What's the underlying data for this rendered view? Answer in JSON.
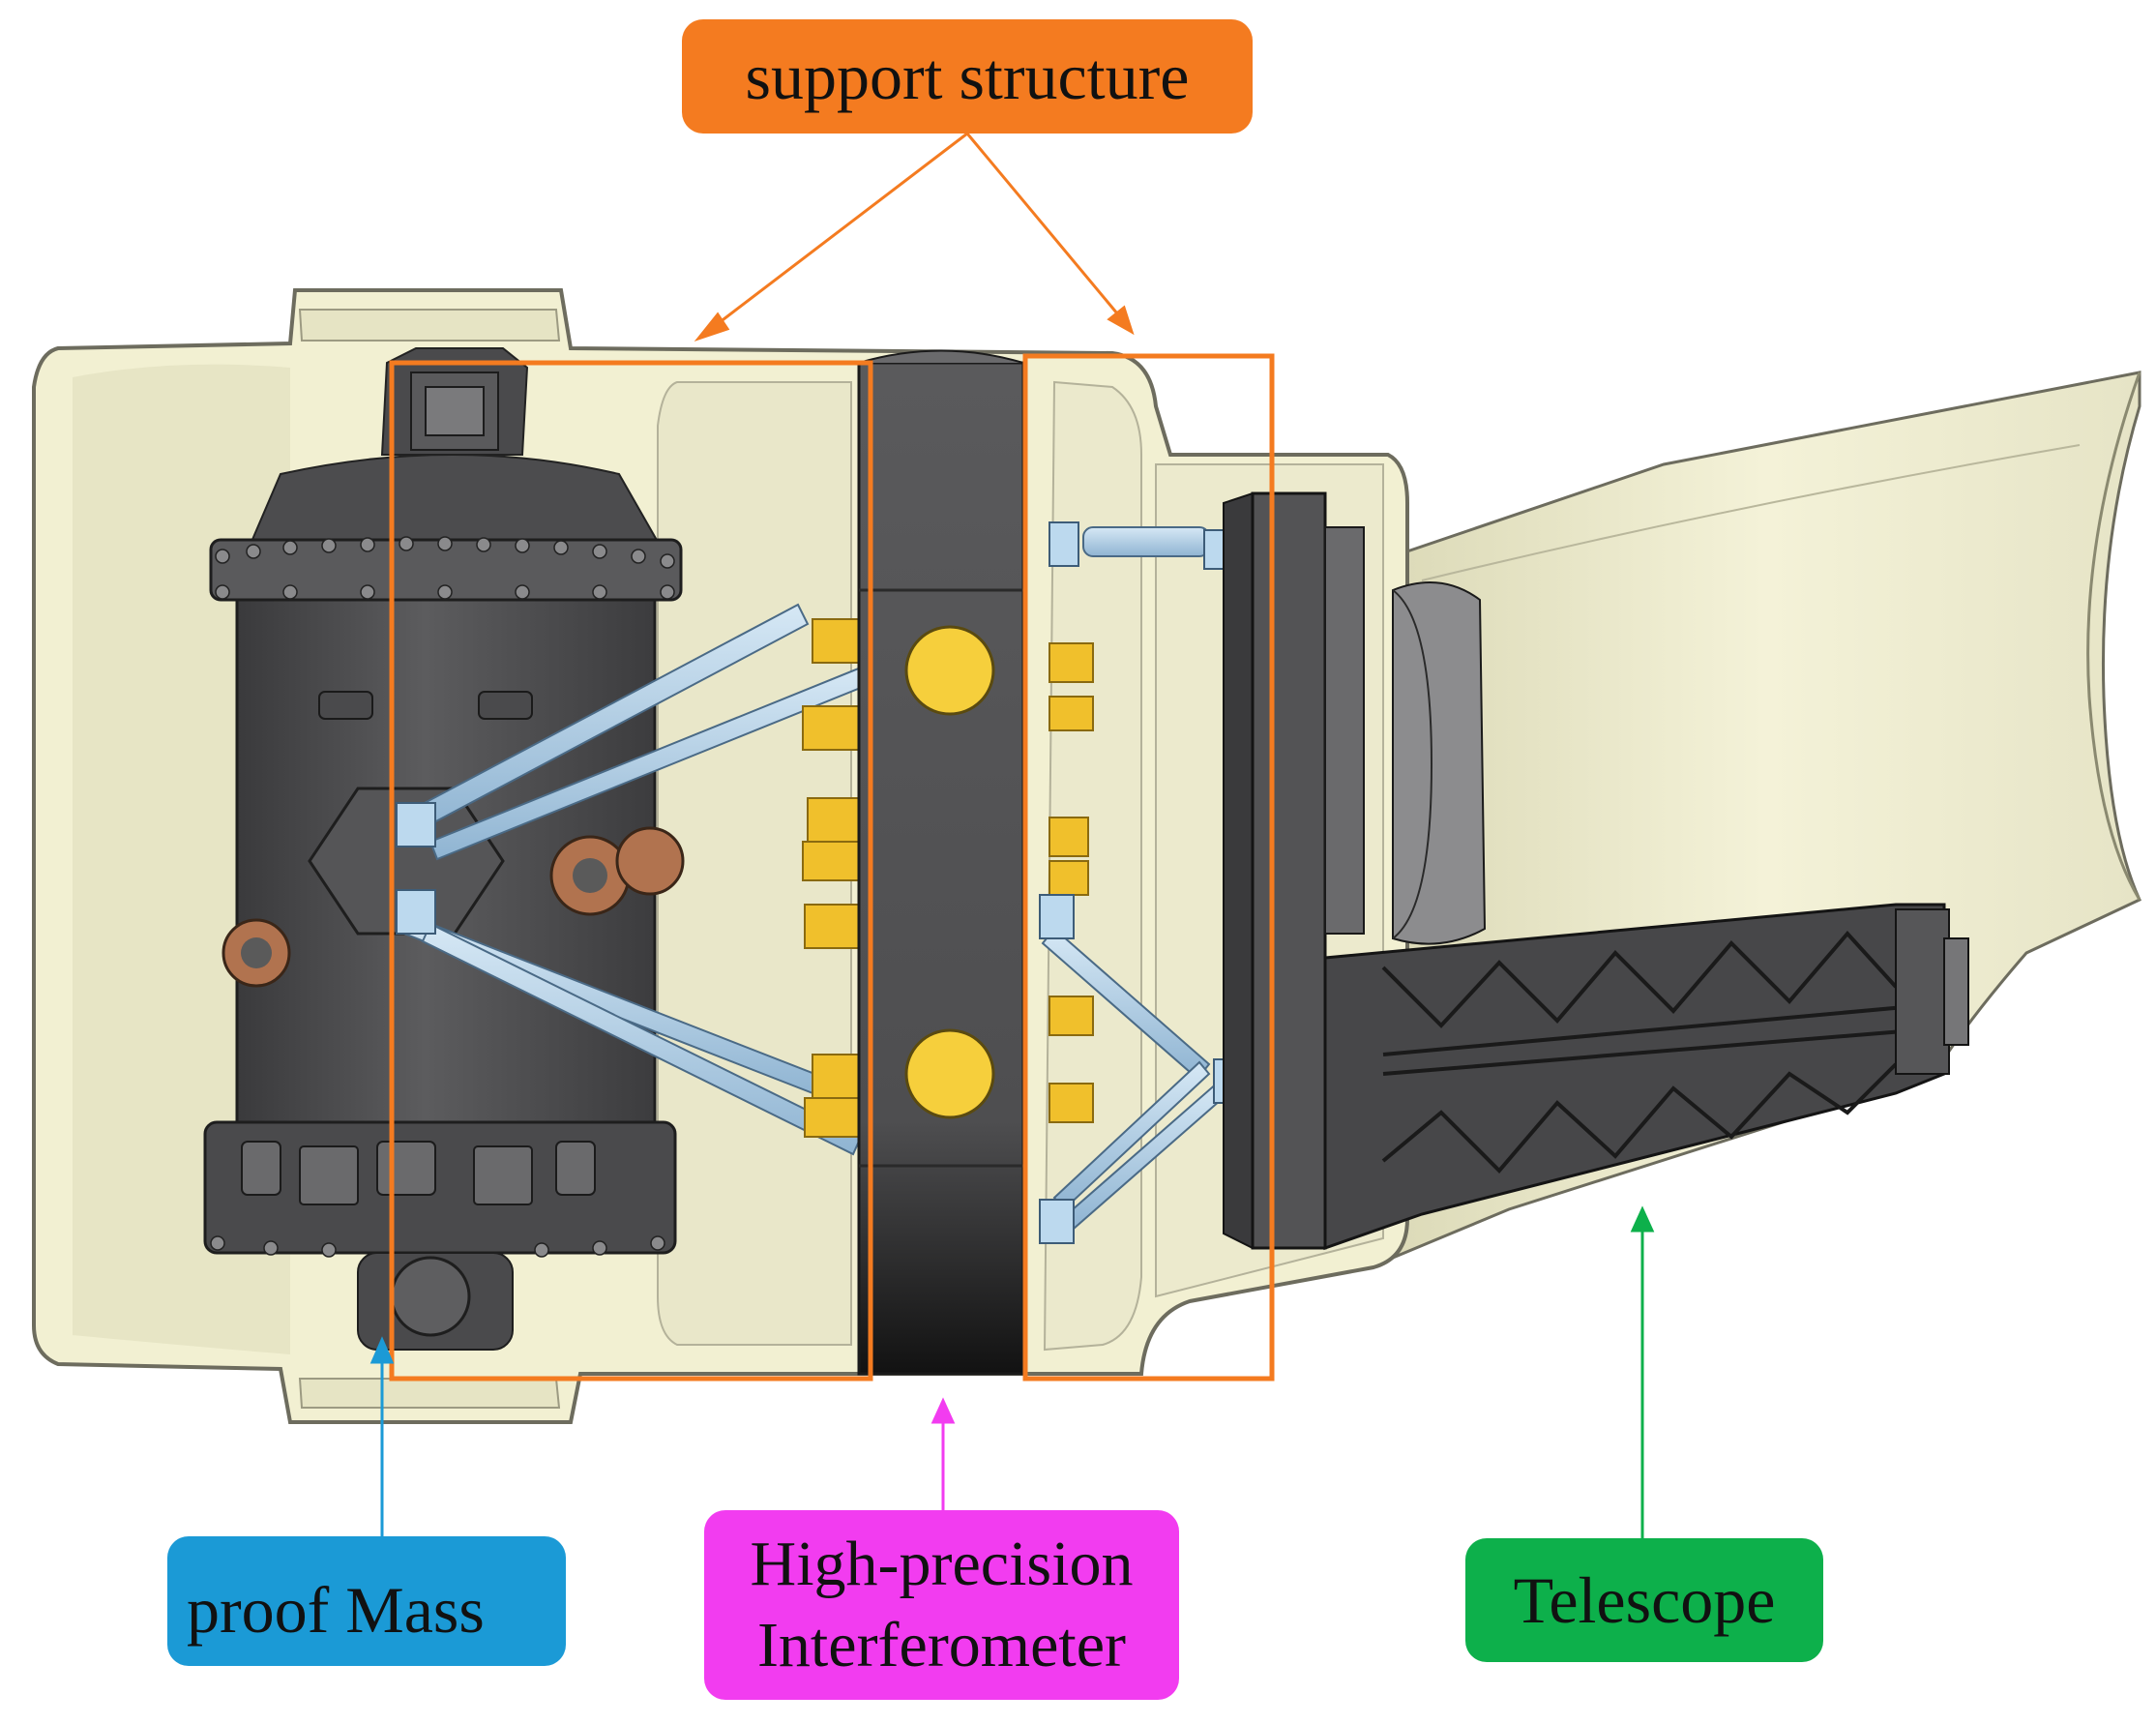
{
  "labels": {
    "support_structure": "support structure",
    "proof_mass": "proof Mass",
    "interferometer_line1": "High-precision",
    "interferometer_line2": "Interferometer",
    "telescope": "Telescope"
  },
  "colors": {
    "support": "#f47b20",
    "proof_mass": "#1b9ad6",
    "interferometer": "#f23cf0",
    "telescope": "#0db04b",
    "housing": "#f2f0d2",
    "housing_outline": "#6d6c5e",
    "dark_metal": "#4a4a4c",
    "strut": "#a9cbe5",
    "gold": "#f2c230",
    "lens": "#f6cf3c"
  }
}
